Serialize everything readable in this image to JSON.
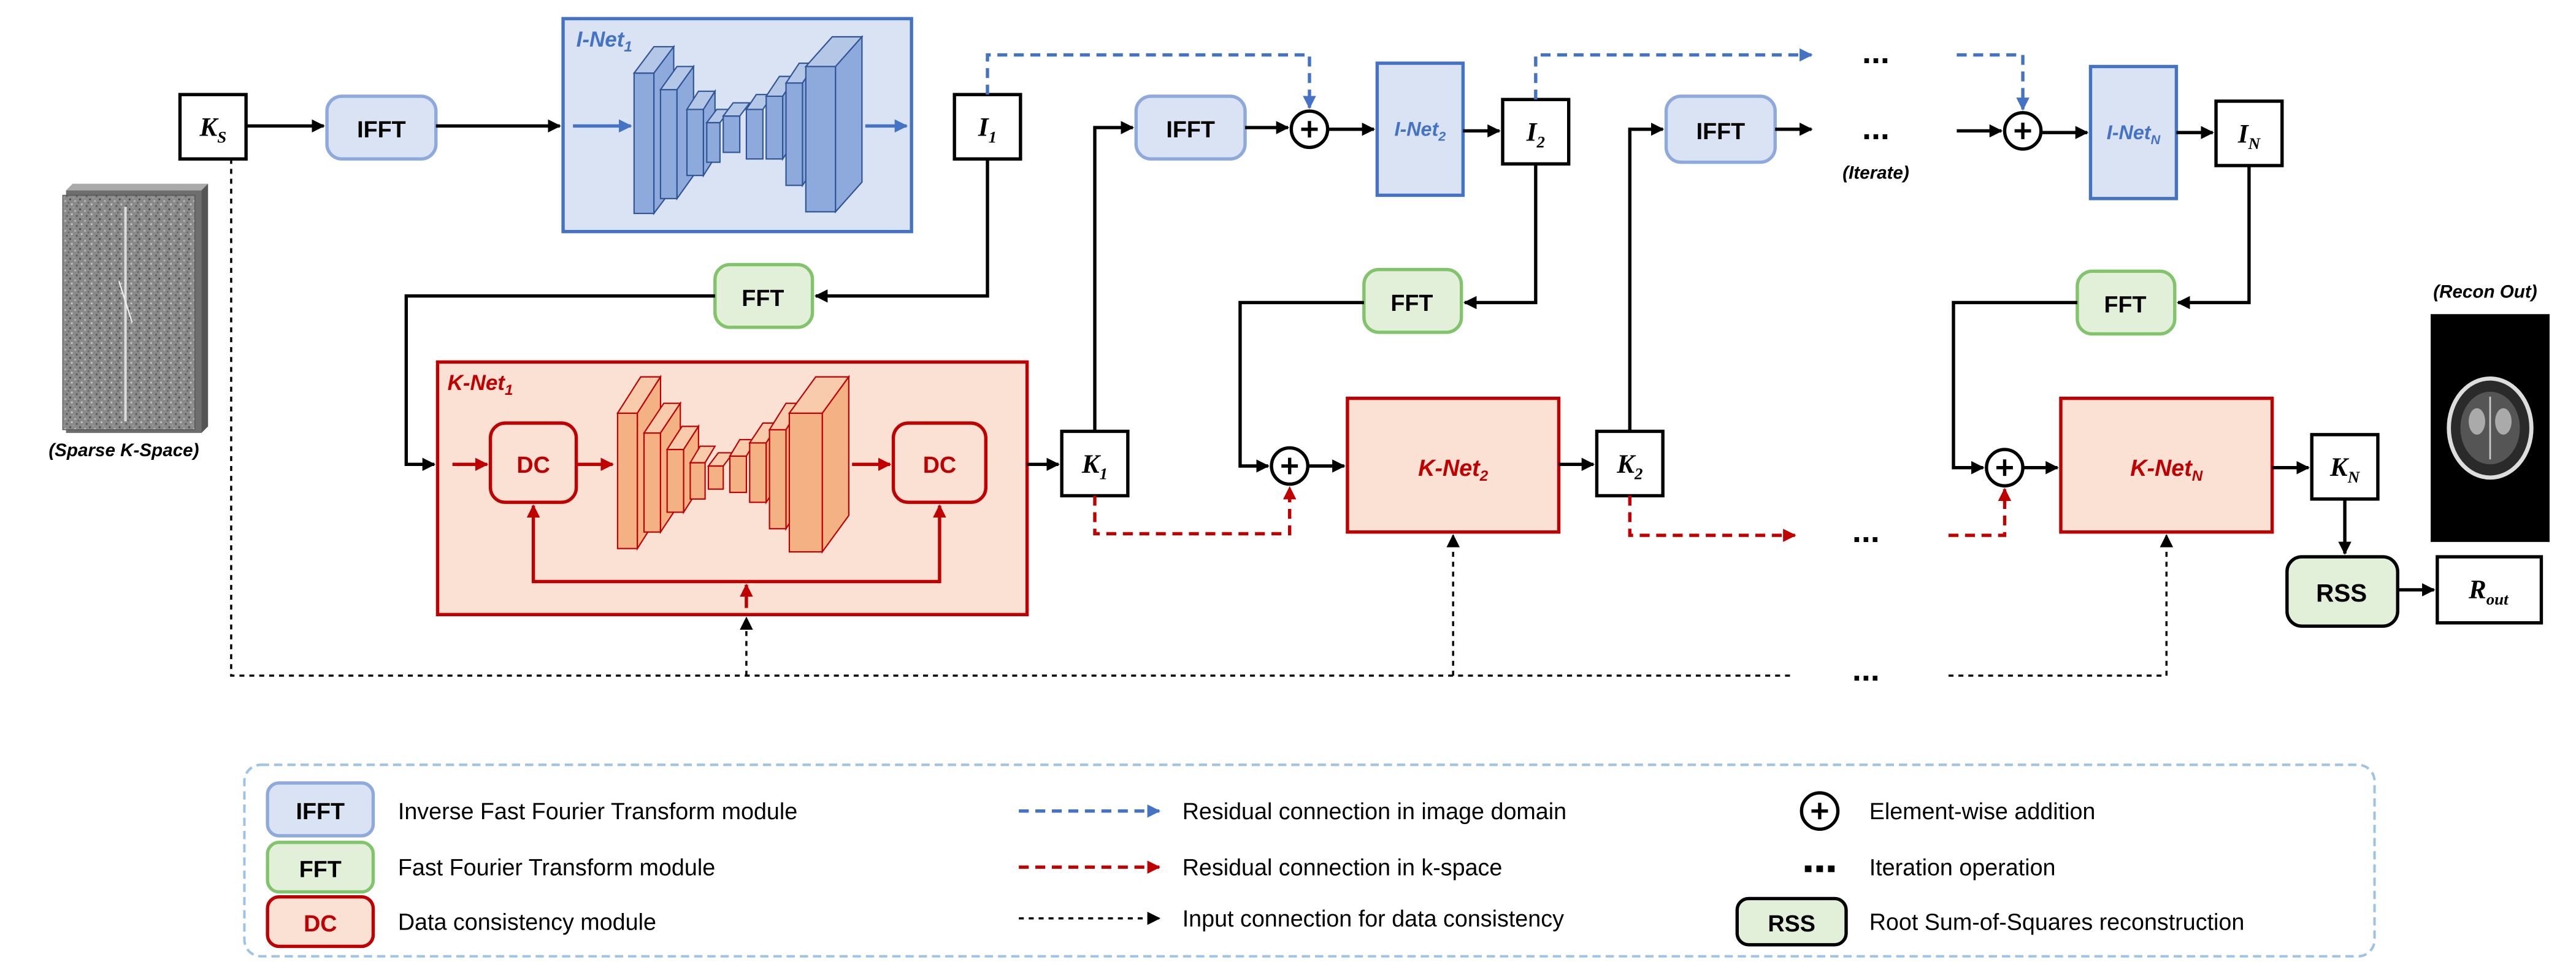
{
  "nodes": {
    "ks": {
      "main": "K",
      "sub": "S"
    },
    "i1": {
      "main": "I",
      "sub": "1"
    },
    "i2": {
      "main": "I",
      "sub": "2"
    },
    "in": {
      "main": "I",
      "sub": "N"
    },
    "k1": {
      "main": "K",
      "sub": "1"
    },
    "k2": {
      "main": "K",
      "sub": "2"
    },
    "kn": {
      "main": "K",
      "sub": "N"
    },
    "rout": {
      "main": "R",
      "sub": "out"
    }
  },
  "modules": {
    "ifft": "IFFT",
    "fft": "FFT",
    "dc": "DC",
    "rss": "RSS",
    "inet1": {
      "main": "I-Net",
      "sub": "1"
    },
    "inet2": {
      "main": "I-Net",
      "sub": "2"
    },
    "inetn": {
      "main": "I-Net",
      "sub": "N"
    },
    "knet1": {
      "main": "K-Net",
      "sub": "1"
    },
    "knet2": {
      "main": "K-Net",
      "sub": "2"
    },
    "knetn": {
      "main": "K-Net",
      "sub": "N"
    }
  },
  "labels": {
    "sparse": "(Sparse K-Space)",
    "recon": "(Recon Out)",
    "iterate": "(Iterate)",
    "ellipsis": "..."
  },
  "legend": {
    "ifft_box": "IFFT",
    "ifft_desc": "Inverse Fast Fourier Transform module",
    "fft_box": "FFT",
    "fft_desc": "Fast Fourier Transform module",
    "dc_box": "DC",
    "dc_desc": "Data consistency module",
    "res_image": "Residual connection in image domain",
    "res_kspace": "Residual connection in k-space",
    "input_dc": "Input connection for data consistency",
    "add_desc": "Element-wise addition",
    "iter_desc": "Iteration operation",
    "rss_box": "RSS",
    "rss_desc": "Root Sum-of-Squares reconstruction"
  },
  "colors": {
    "blue": "#4472C4",
    "blue_fill": "#DAE3F3",
    "green": "#82C46C",
    "green_fill": "#E2F0D9",
    "red": "#C00000",
    "red_fill": "#FBE0D4",
    "legend_border": "#9DC3E6"
  }
}
